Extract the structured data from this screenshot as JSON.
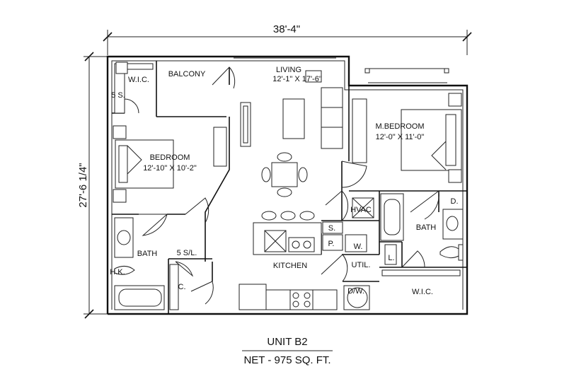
{
  "dimensions": {
    "width": "38'-4\"",
    "height": "27'-6 1/4\""
  },
  "rooms": {
    "wic_left": "W.I.C.",
    "balcony": "BALCONY",
    "living_name": "LIVING",
    "living_size": "12'-1\" X 17'-6\"",
    "shelf_left": "5 S.",
    "bedroom_name": "BEDROOM",
    "bedroom_size": "12'-10\" X 10'-2\"",
    "mbedroom_name": "M.BEDROOM",
    "mbedroom_size": "12'-0\" X 11'-0\"",
    "hvac": "HVAC",
    "shelf_pantry": "S.",
    "pantry": "P.",
    "washer": "W.",
    "bath_master": "BATH",
    "dryer_d": "D.",
    "linen": "L.",
    "util": "UTIL.",
    "kitchen": "KITCHEN",
    "bath_left": "BATH",
    "shelf_linen": "5 S/L.",
    "hk": "H.K.",
    "closet": "C.",
    "dw": "D/W.",
    "wic_master": "W.I.C."
  },
  "title": {
    "unit": "UNIT B2",
    "area": "NET - 975 SQ. FT."
  }
}
